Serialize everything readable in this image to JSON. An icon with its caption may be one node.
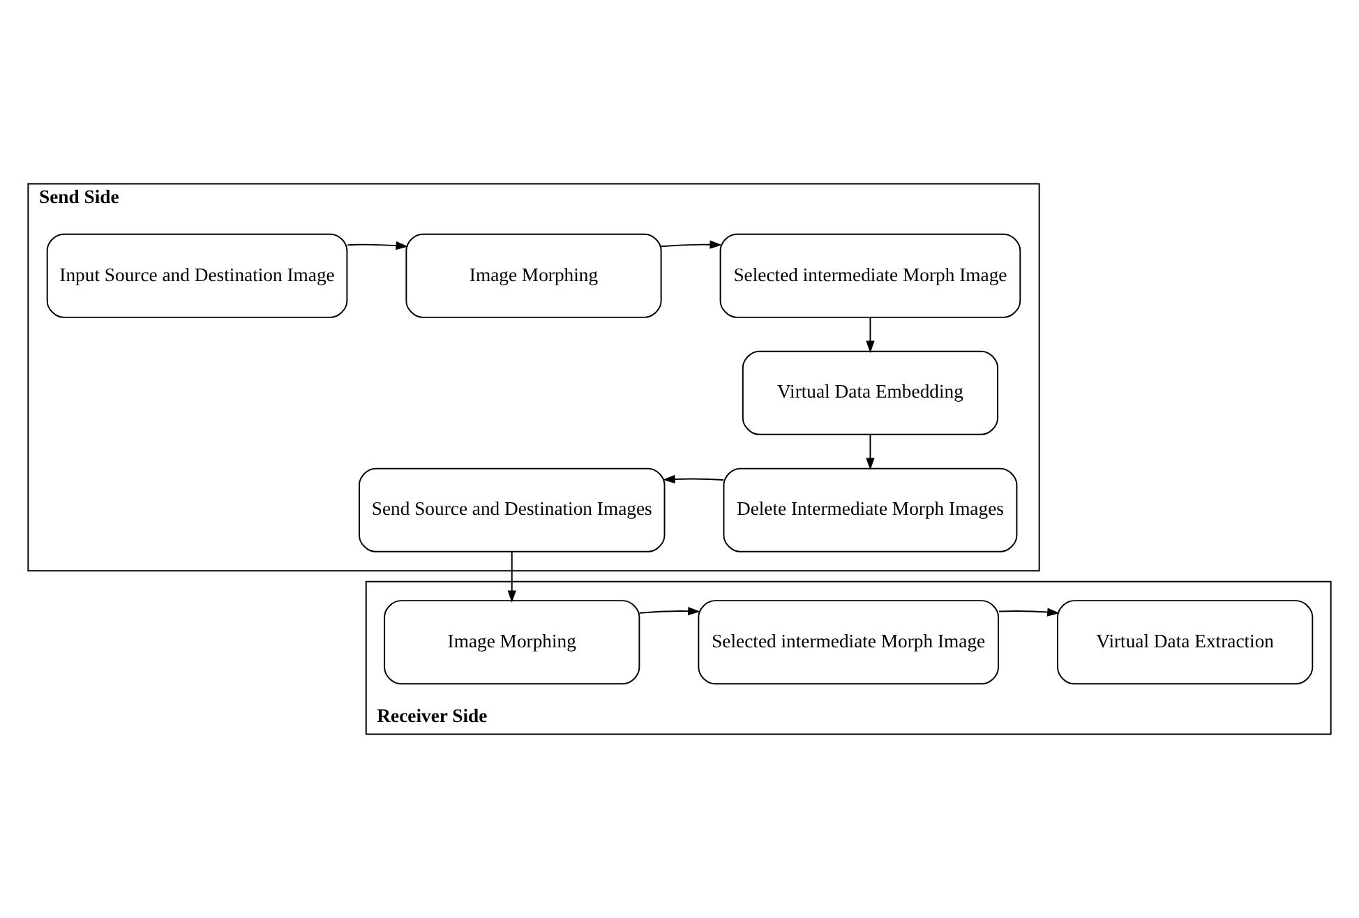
{
  "diagram": {
    "nodes": [
      {
        "text": [
          "Send Side"
        ]
      },
      {
        "text": [
          "Input Source and Destination Image"
        ],
        "in": 0
      },
      {
        "text": [
          "Image Morphing"
        ],
        "in": 0
      },
      {
        "text": [
          "Selected intermediate Morph Image"
        ],
        "in": 0
      },
      {
        "text": [
          "Virtual Data Embedding"
        ],
        "in": 0
      },
      {
        "text": [
          "Delete Intermediate Morph Images"
        ],
        "in": 0
      },
      {
        "text": [
          "Send Source and Destination Images"
        ],
        "in": 0
      },
      {
        "text": [
          "Receiver Side"
        ]
      },
      {
        "text": [
          "Image Morphing"
        ],
        "in": 7
      },
      {
        "text": [
          "Selected intermediate Morph Image"
        ],
        "in": 7
      },
      {
        "text": [
          "Virtual Data Extraction"
        ],
        "in": 7
      }
    ],
    "edges": [
      {
        "from": 1,
        "to": 2,
        "arrow": "to"
      },
      {
        "from": 2,
        "to": 3,
        "arrow": "to"
      },
      {
        "from": 3,
        "to": 4,
        "arrow": "to"
      },
      {
        "from": 4,
        "to": 5,
        "arrow": "to"
      },
      {
        "from": 5,
        "to": 6,
        "arrow": "to"
      },
      {
        "from": 6,
        "to": 8,
        "arrow": "to"
      },
      {
        "from": 8,
        "to": 9,
        "arrow": "to"
      },
      {
        "from": 9,
        "to": 10,
        "arrow": "to"
      }
    ]
  }
}
